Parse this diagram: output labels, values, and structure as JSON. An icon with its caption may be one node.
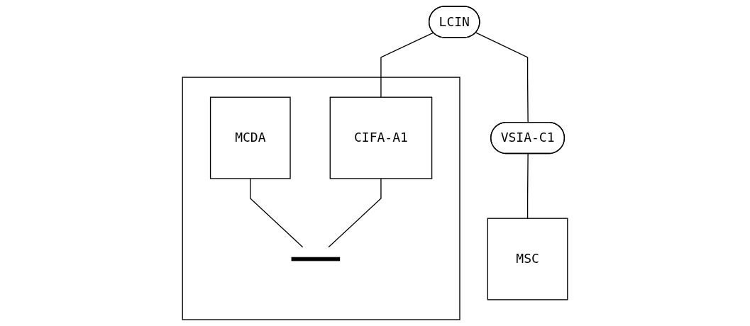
{
  "diagram": {
    "nodes": [
      {
        "text": [
          "LCIN"
        ]
      },
      {
        "text": [
          "VSIA-C1"
        ]
      },
      {
        "text": [],
        "shape": "box"
      },
      {
        "text": [
          "MCDA"
        ],
        "in": 2
      },
      {
        "text": [
          "CIFA-A1"
        ],
        "in": 2
      },
      {
        "text": [],
        "shape": "bar",
        "in": 2
      },
      {
        "text": [
          "MSC"
        ]
      }
    ],
    "edges": [
      {
        "from": 0,
        "to": 4,
        "arrow": "none"
      },
      {
        "from": 0,
        "to": 1,
        "arrow": "none"
      },
      {
        "from": 1,
        "to": 6,
        "arrow": "none"
      },
      {
        "from": 3,
        "to": 5,
        "arrow": "none"
      },
      {
        "from": 4,
        "to": 5,
        "arrow": "none"
      }
    ]
  }
}
